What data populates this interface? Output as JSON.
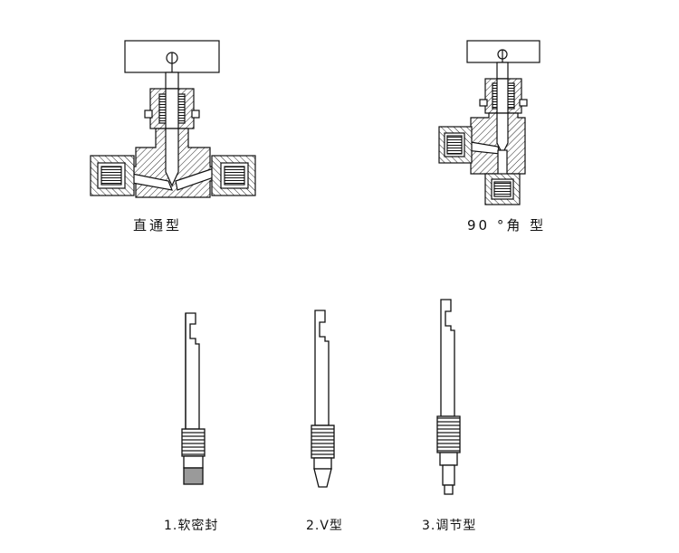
{
  "valves": [
    {
      "label": "直通型"
    },
    {
      "label": "90 °角 型"
    }
  ],
  "stems": [
    {
      "label": "1.软密封"
    },
    {
      "label": "2.V型"
    },
    {
      "label": "3.调节型"
    }
  ],
  "colors": {
    "line": "#111111",
    "hatch": "#222222",
    "background": "#ffffff",
    "soft_seal_gray": "#9a9a9a"
  }
}
